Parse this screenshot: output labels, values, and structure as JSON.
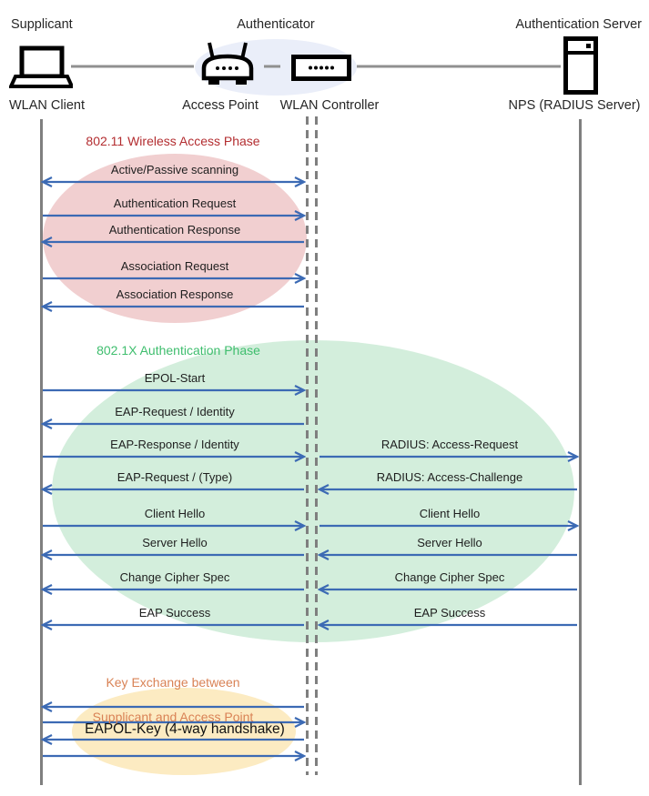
{
  "colors": {
    "arrow": "#3C6AB4",
    "lifeline": "#7F7F7F",
    "topology_line": "#909090",
    "phase1_ellipse": "#F1CFD0",
    "phase2_ellipse": "#D3EEDC",
    "phase3_ellipse": "#FCEBC2",
    "authenticator_ellipse": "#EAEEF9",
    "phase1_title": "#B32D30",
    "phase2_title": "#3FBE6E",
    "phase3_title": "#D98255"
  },
  "actors": {
    "supplicant_role": "Supplicant",
    "authenticator_role": "Authenticator",
    "auth_server_role": "Authentication Server",
    "wlan_client": "WLAN Client",
    "access_point": "Access Point",
    "wlan_controller": "WLAN Controller",
    "nps_server": "NPS (RADIUS Server)"
  },
  "phases": {
    "phase1_title": "802.11 Wireless Access Phase",
    "phase2_title": "802.1X Authentication Phase",
    "phase3_title_line1": "Key Exchange between",
    "phase3_title_line2": "Supplicant and Access Point",
    "handshake_label": "EAPOL-Key (4-way handshake)"
  },
  "messages": [
    {
      "label": "Active/Passive scanning",
      "section": "left",
      "dir": "both"
    },
    {
      "label": "Authentication Request",
      "section": "left",
      "dir": "right"
    },
    {
      "label": "Authentication Response",
      "section": "left",
      "dir": "left"
    },
    {
      "label": "Association Request",
      "section": "left",
      "dir": "right"
    },
    {
      "label": "Association Response",
      "section": "left",
      "dir": "left"
    },
    {
      "label": "EPOL-Start",
      "section": "left",
      "dir": "right"
    },
    {
      "label": "EAP-Request / Identity",
      "section": "left",
      "dir": "left"
    },
    {
      "label": "EAP-Response / Identity",
      "section": "left",
      "dir": "right"
    },
    {
      "label": "RADIUS: Access-Request",
      "section": "right",
      "dir": "right"
    },
    {
      "label": "EAP-Request / (Type)",
      "section": "left",
      "dir": "left"
    },
    {
      "label": "RADIUS: Access-Challenge",
      "section": "right",
      "dir": "left"
    },
    {
      "label": "Client Hello",
      "section": "left",
      "dir": "right"
    },
    {
      "label": "Client Hello",
      "section": "right",
      "dir": "right"
    },
    {
      "label": "Server Hello",
      "section": "left",
      "dir": "left"
    },
    {
      "label": "Server Hello",
      "section": "right",
      "dir": "left"
    },
    {
      "label": "Change Cipher Spec",
      "section": "left",
      "dir": "left"
    },
    {
      "label": "Change Cipher Spec",
      "section": "right",
      "dir": "left"
    },
    {
      "label": "EAP Success",
      "section": "left",
      "dir": "left"
    },
    {
      "label": "EAP Success",
      "section": "right",
      "dir": "left"
    },
    {
      "label": "",
      "section": "left",
      "dir": "left"
    },
    {
      "label": "",
      "section": "left",
      "dir": "right"
    },
    {
      "label": "",
      "section": "left",
      "dir": "left"
    },
    {
      "label": "",
      "section": "left",
      "dir": "right"
    }
  ]
}
